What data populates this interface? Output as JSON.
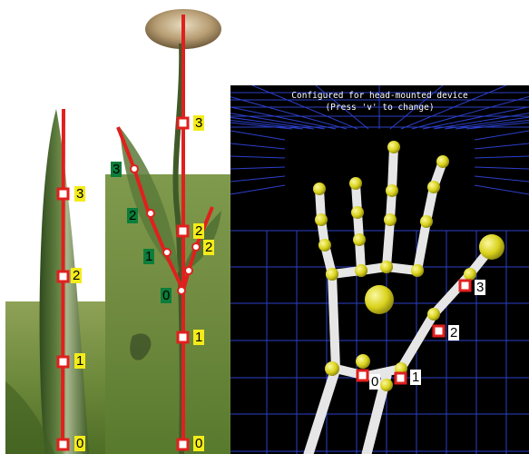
{
  "colors": {
    "skeleton_line": "#e0201e",
    "joint_marker_border": "#e0201e",
    "yellow_label": "#f4ec1a",
    "green_label": "#0c7d3a",
    "grid_line": "#2b3fc9",
    "viewer_background": "#000000"
  },
  "leaf_panel": {
    "joint_labels": [
      "0",
      "1",
      "2",
      "3"
    ]
  },
  "flower_panel": {
    "stem_labels": [
      "0",
      "1",
      "2",
      "3"
    ],
    "branch_labels": [
      "0",
      "1",
      "2",
      "3"
    ],
    "leaf_branch_label": "2"
  },
  "hand_viewer": {
    "status_line_1": "Configured for head-mounted device",
    "status_line_2": "(Press 'v' to change)",
    "joint_labels": [
      "0",
      "1",
      "2",
      "3"
    ]
  }
}
